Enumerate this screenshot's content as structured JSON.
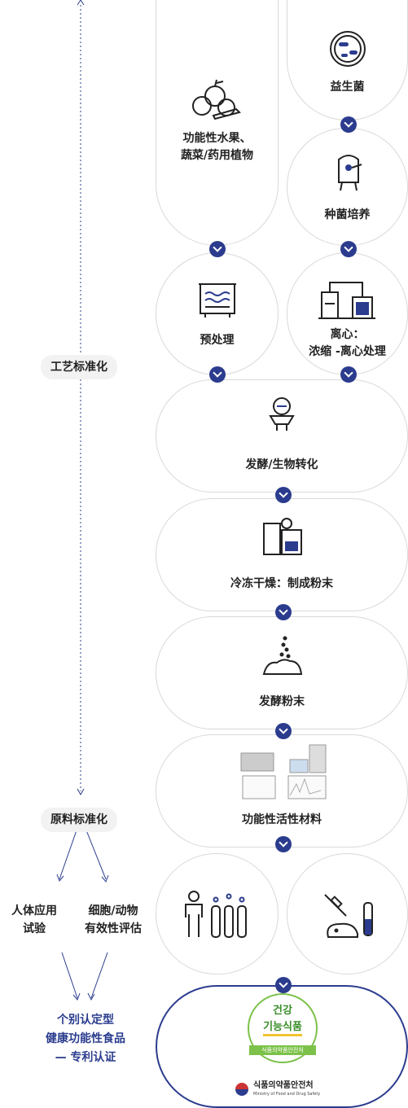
{
  "left": {
    "process_std": "工艺标准化",
    "material_std": "原料标准化",
    "human_test_1": "人体应用",
    "human_test_2": "试验",
    "cell_test_1": "细胞/动物",
    "cell_test_2": "有效性评估",
    "cert_1": "个别认定型",
    "cert_2": "健康功能性食品",
    "cert_3": "— 专利认证"
  },
  "steps": {
    "fruit_1": "功能性水果、",
    "fruit_2": "蔬菜/药用植物",
    "probiotic": "益生菌",
    "culture": "种菌培养",
    "pretreat": "预处理",
    "centrifuge_1": "离心：",
    "centrifuge_2": "浓缩 -离心处理",
    "ferment": "发酵/生物转化",
    "freeze_dry": "冷冻干燥：制成粉末",
    "powder": "发酵粉末",
    "material": "功能性活性材料"
  },
  "badge": {
    "line1": "건강",
    "line2": "기능식품",
    "ministry": "식품의약품안전처",
    "footer_ko": "식품의약품안전처",
    "footer_en": "Ministry of Food and Drug Safety"
  },
  "colors": {
    "accent": "#2b3c8e",
    "border": "#d9d9d9",
    "badge_green": "#7cc24a",
    "badge_yellow": "#f2c330"
  }
}
